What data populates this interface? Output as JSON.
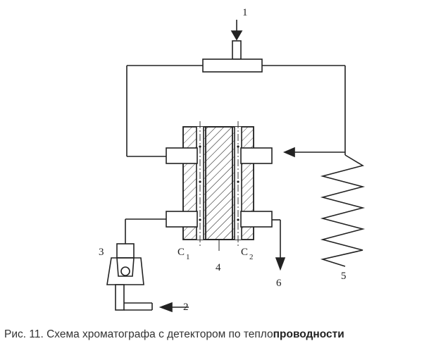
{
  "figure": {
    "labels": {
      "inlet_top": "1",
      "inlet_bottom": "2",
      "valve": "3",
      "column": "4",
      "coil": "5",
      "outlet": "6",
      "cell1": "C",
      "cell1_sub": "1",
      "cell2": "C",
      "cell2_sub": "2"
    },
    "caption": {
      "prefix": "Рис. 11. Схема хроматографа с детектором по тепло",
      "bold": "проводности"
    }
  }
}
